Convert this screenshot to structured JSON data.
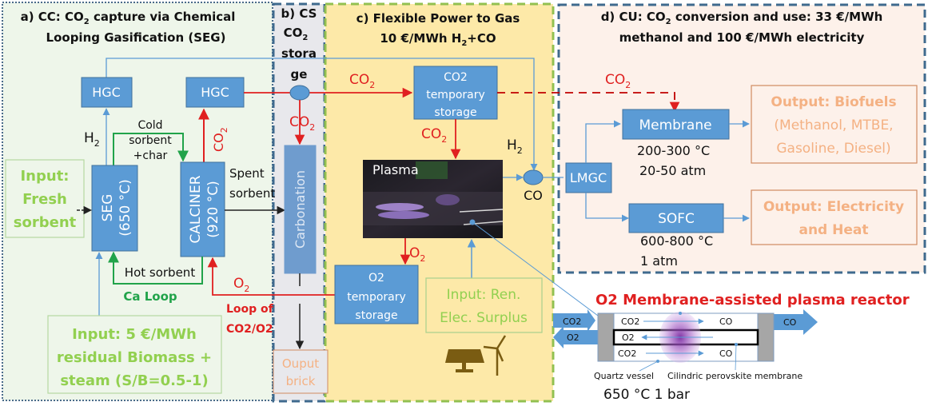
{
  "sections": {
    "cc": {
      "title_line1_pre": "a) CC: CO",
      "title_line1_sub": "2",
      "title_line1_post": " capture via Chemical",
      "title_line2": "Looping Gasification  (SEG)"
    },
    "cs": {
      "title_line1": "b) CS",
      "title_line2_main": "CO",
      "title_line2_sub": "2",
      "title_line3": "stora",
      "title_line4": "ge"
    },
    "ptg": {
      "title_line1": "c) Flexible Power to Gas",
      "title_line2_pre": "10 €/MWh  H",
      "title_line2_sub": "2",
      "title_line2_post": "+CO"
    },
    "cu": {
      "title_line1_pre": "d) CU:  CO",
      "title_line1_sub": "2",
      "title_line1_post": " conversion and use: 33 €/MWh",
      "title_line2": "methanol and  100 €/MWh electricity"
    }
  },
  "cc": {
    "hgc_left": "HGC",
    "hgc_right": "HGC",
    "h2_label_main": "H",
    "h2_label_sub": "2",
    "cold_sorbent": [
      "Cold",
      "sorbent",
      "+char"
    ],
    "co2_vertical_main": "CO",
    "co2_vertical_sub": "2",
    "seg_line1": "SEG",
    "seg_line2": "(650 °C)",
    "calciner_line1": "CALCINER",
    "calciner_line2": "(920 °C)",
    "spent_sorbent": [
      "Spent",
      "sorbent"
    ],
    "hot_sorbent": "Hot sorbent",
    "ca_loop": "Ca Loop",
    "o2_main": "O",
    "o2_sub": "2",
    "loop_of": [
      "Loop of",
      "CO2/O2"
    ],
    "input_fresh": [
      "Input:",
      "Fresh",
      "sorbent"
    ],
    "input_biomass": [
      "Input: 5 €/MWh",
      "residual Biomass +",
      "steam (S/B=0.5-1)"
    ]
  },
  "cs": {
    "co2_main": "CO",
    "co2_sub": "2",
    "carbonation": "Carbonation",
    "output_brick": [
      "Ouput",
      "brick"
    ]
  },
  "ptg": {
    "co2_arrow_main": "CO",
    "co2_arrow_sub": "2",
    "co2_storage": [
      "CO2",
      "temporary",
      "storage"
    ],
    "co2_down_main": "CO",
    "co2_down_sub": "2",
    "plasma": "Plasma",
    "h2_main": "H",
    "h2_sub": "2",
    "co": "CO",
    "o2_main": "O",
    "o2_sub": "2",
    "o2_storage": [
      "O2",
      "temporary",
      "storage"
    ],
    "input_ren": [
      "Input: Ren.",
      "Elec. Surplus"
    ]
  },
  "cu": {
    "co2_main": "CO",
    "co2_sub": "2",
    "membrane": "Membrane",
    "membrane_temp": "200-300 °C",
    "membrane_pressure": "20-50 atm",
    "lmgc": "LMGC",
    "sofc": "SOFC",
    "sofc_temp": "600-800 °C",
    "sofc_pressure": "1 atm",
    "output_biofuels": [
      "Output: Biofuels",
      "(Methanol, MTBE,",
      "Gasoline, Diesel)"
    ],
    "output_elec": [
      "Output: Electricity",
      "and Heat"
    ]
  },
  "reactor": {
    "title": "O2 Membrane-assisted plasma reactor",
    "in_co2": "CO2",
    "out_o2": "O2",
    "out_co": "CO",
    "row1_in": "CO2",
    "row1_out": "CO",
    "row2": "O2",
    "row3_in": "CO2",
    "row3_out": "CO",
    "label_quartz": "Quartz vessel",
    "label_membrane": "Cilindric perovskite membrane",
    "conditions": "650 °C  1 bar"
  },
  "colors": {
    "box_blue": "#5b9bd5",
    "flow_red": "#e02020",
    "loop_green": "#21a34a",
    "input_green": "#92d050",
    "output_orange": "#f4b183",
    "cc_bg": "#eef6ea",
    "cs_bg": "#e8e8ec",
    "ptg_bg": "#fde9a8",
    "cu_bg": "#fdf1ea"
  }
}
